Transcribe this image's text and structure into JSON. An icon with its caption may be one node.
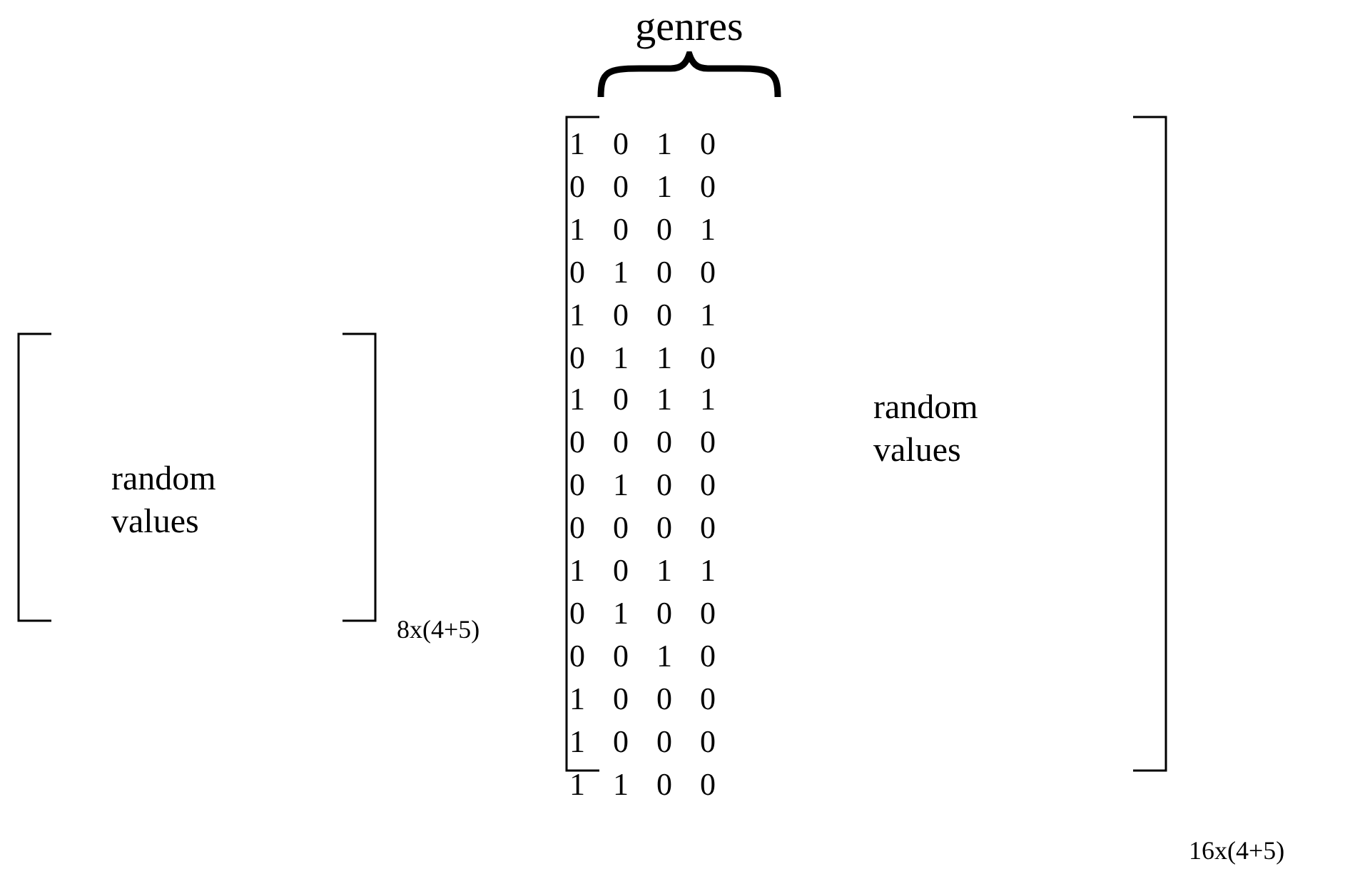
{
  "diagram": {
    "nodes": [
      {
        "text": [
          "random values"
        ],
        "beside": [
          "8x(4+5)"
        ]
      },
      {
        "text": [
          "random values"
        ],
        "beside": [
          "16x(4+5)"
        ]
      }
    ],
    "labels": [
      "genres",
      "1 0 1 0",
      "0 0 1 0",
      "1 0 0 1",
      "0 1 0 0",
      "1 0 0 1",
      "0 1 1 0",
      "1 0 1 1",
      "0 0 0 0",
      "0 1 0 0",
      "0 0 0 0",
      "1 0 1 1",
      "0 1 0 0",
      "0 0 1 0",
      "1 0 0 0",
      "1 0 0 0",
      "1 1 0 0"
    ]
  }
}
